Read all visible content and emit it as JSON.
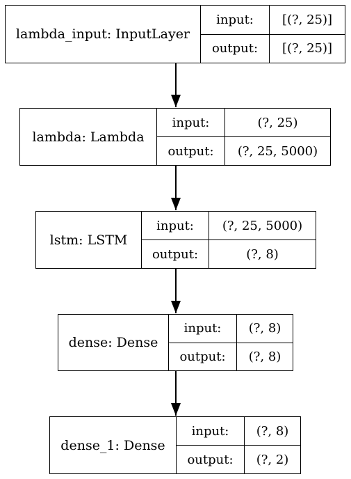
{
  "nodes": [
    {
      "id": "lambda_input",
      "label": "lambda_input: InputLayer",
      "input_label": "input:",
      "input": "[(?, 25)]",
      "output_label": "output:",
      "output": "[(?, 25)]"
    },
    {
      "id": "lambda",
      "label": "lambda: Lambda",
      "input_label": "input:",
      "input": "(?, 25)",
      "output_label": "output:",
      "output": "(?, 25, 5000)"
    },
    {
      "id": "lstm",
      "label": "lstm: LSTM",
      "input_label": "input:",
      "input": "(?, 25, 5000)",
      "output_label": "output:",
      "output": "(?, 8)"
    },
    {
      "id": "dense",
      "label": "dense: Dense",
      "input_label": "input:",
      "input": "(?, 8)",
      "output_label": "output:",
      "output": "(?, 8)"
    },
    {
      "id": "dense_1",
      "label": "dense_1: Dense",
      "input_label": "input:",
      "input": "(?, 8)",
      "output_label": "output:",
      "output": "(?, 2)"
    }
  ],
  "edges": [
    {
      "from": "lambda_input",
      "to": "lambda"
    },
    {
      "from": "lambda",
      "to": "lstm"
    },
    {
      "from": "lstm",
      "to": "dense"
    },
    {
      "from": "dense",
      "to": "dense_1"
    }
  ]
}
